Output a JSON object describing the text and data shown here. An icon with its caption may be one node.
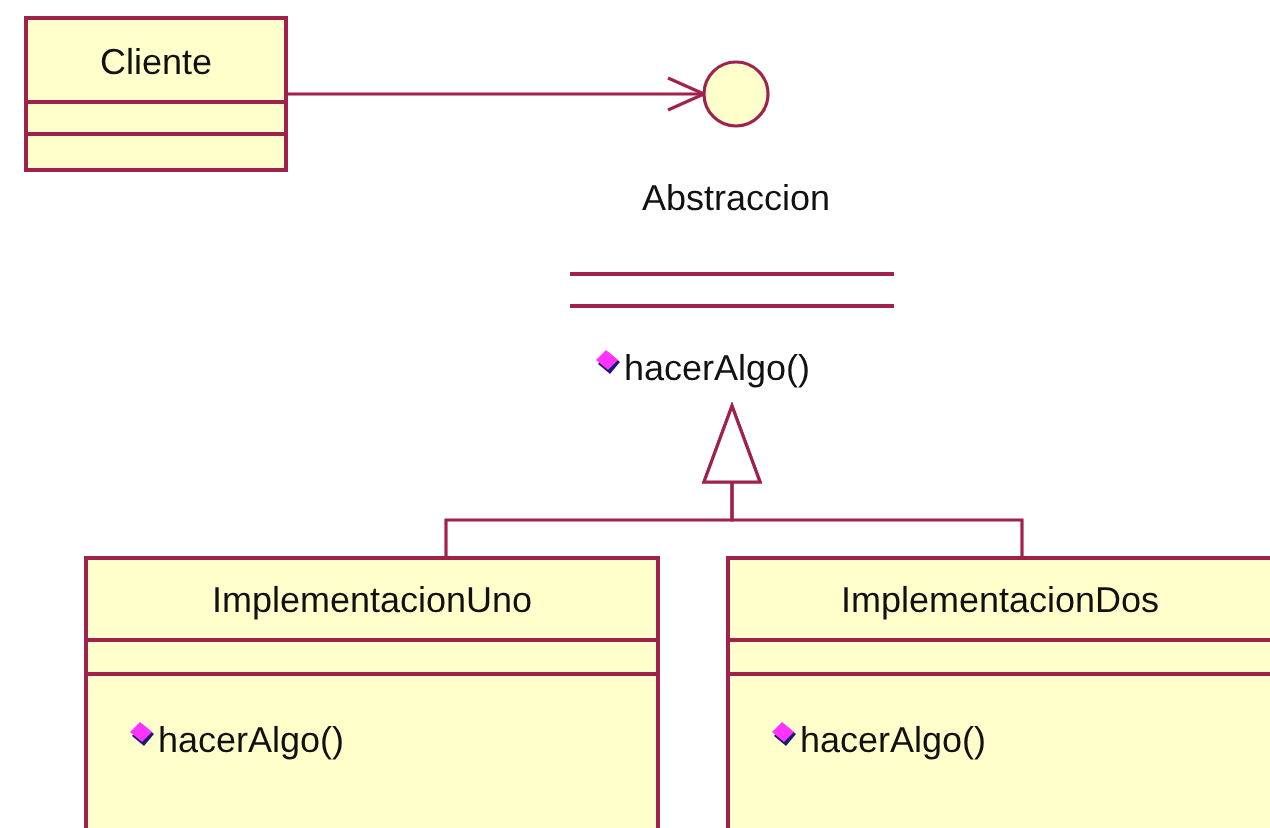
{
  "diagram": {
    "nodes": [
      {
        "text": [
          "Cliente"
        ]
      },
      {
        "text": [],
        "shape": "circle",
        "beside": [
          "Abstraccion"
        ]
      },
      {
        "text": [
          "hacerAlgo()"
        ]
      },
      {
        "text": [
          "ImplementacionUno",
          "hacerAlgo()"
        ]
      },
      {
        "text": [
          "ImplementacionDos",
          "hacerAlgo()"
        ]
      }
    ],
    "edges": [
      {
        "from": 0,
        "to": 1,
        "arrow": "to"
      },
      {
        "from": 3,
        "to": 2,
        "arrow": "to"
      },
      {
        "from": 4,
        "to": 2,
        "arrow": "to"
      }
    ]
  }
}
